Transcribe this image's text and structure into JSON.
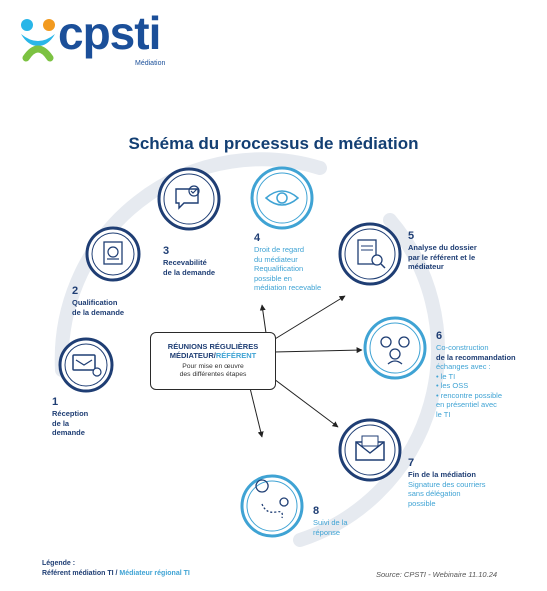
{
  "logo": {
    "text": "cpsti",
    "sub": "Médiation"
  },
  "title": "Schéma du processus de médiation",
  "center": {
    "line1": "RÉUNIONS RÉGULIÈRES",
    "line2_dark": "MÉDIATEUR/",
    "line2_light": "RÉFÉRENT",
    "line3": "Pour mise en œuvre",
    "line4": "des différentes étapes"
  },
  "steps": [
    {
      "num": "1",
      "lines_dark": [
        "Réception",
        "de la",
        "demande"
      ],
      "lines_light": []
    },
    {
      "num": "2",
      "lines_dark": [
        "Qualification",
        "de la demande"
      ],
      "lines_light": []
    },
    {
      "num": "3",
      "lines_dark": [
        "Recevabilité",
        "de la demande"
      ],
      "lines_light": []
    },
    {
      "num": "4",
      "lines_dark": [],
      "lines_light": [
        "Droit de regard",
        "du médiateur",
        "Requalification",
        "possible en",
        "médiation recevable"
      ]
    },
    {
      "num": "5",
      "lines_dark": [
        "Analyse du dossier",
        "par le référent et le",
        "médiateur"
      ],
      "lines_light": []
    },
    {
      "num": "6",
      "lines_dark": [],
      "lines_light": [
        "Co-construction"
      ],
      "lines_dark2": [
        "de la recommandation"
      ],
      "lines_light2": [
        "échanges avec :",
        "• le TI",
        "• les OSS",
        "• rencontre possible",
        "  en présentiel avec",
        "  le TI"
      ]
    },
    {
      "num": "7",
      "lines_dark": [
        "Fin de la médiation"
      ],
      "lines_light": [
        "Signature des courriers",
        "sans délégation",
        "possible"
      ]
    },
    {
      "num": "8",
      "lines_dark": [],
      "lines_light": [
        "Suivi de la",
        "réponse"
      ]
    }
  ],
  "legend": {
    "heading": "Légende :",
    "dark_label": "Référent médiation TI",
    "separator": " / ",
    "light_label": "Médiateur régional TI"
  },
  "source": "Source: CPSTI - Webinaire 11.10.24",
  "colors": {
    "dark_blue": "#1f3e74",
    "light_blue": "#3fa3d4",
    "logo_blue": "#1b4f99",
    "logo_cyan": "#29b6e8",
    "logo_orange": "#f29a1f",
    "logo_green": "#7cc242"
  }
}
